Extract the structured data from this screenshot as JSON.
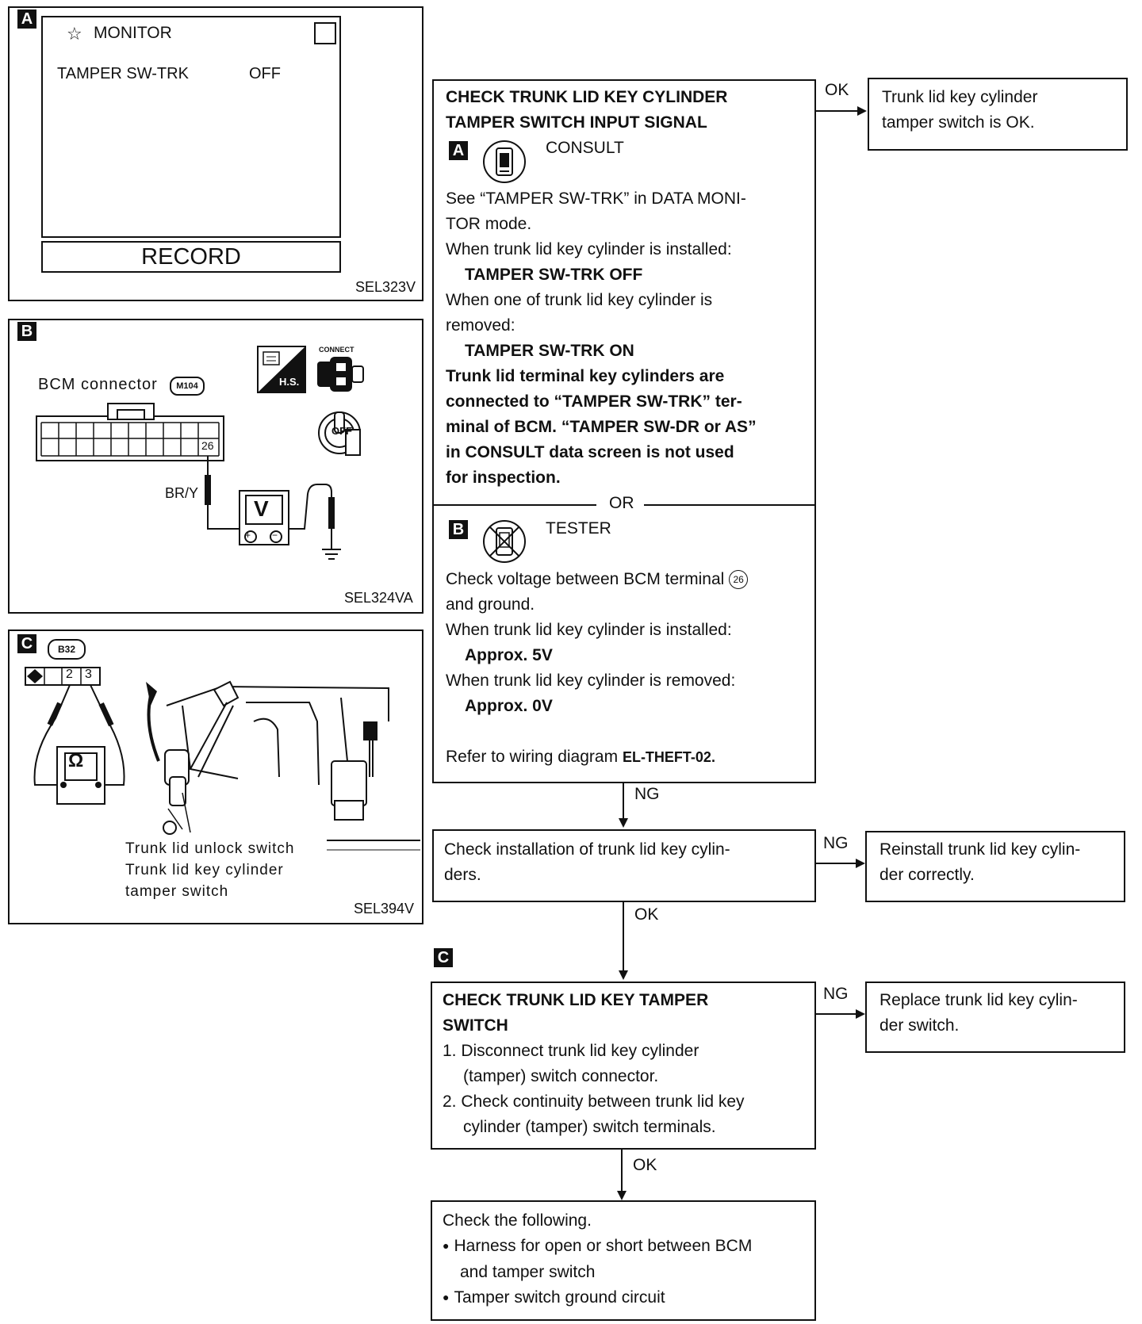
{
  "panel_a": {
    "tag": "A",
    "monitor_title": "MONITOR",
    "item_name": "TAMPER SW-TRK",
    "item_value": "OFF",
    "record_label": "RECORD",
    "code": "SEL323V"
  },
  "panel_b": {
    "tag": "B",
    "connector_label": "BCM connector",
    "connector_id": "M104",
    "terminal": "26",
    "wire_color": "BR/Y",
    "meter": "V",
    "connect_label": "CONNECT",
    "hs_label": "H.S.",
    "key_label": "OFF",
    "code": "SEL324VA"
  },
  "panel_c": {
    "tag": "C",
    "connector_id": "B32",
    "terminals": [
      "2",
      "3"
    ],
    "meter": "Ω",
    "labels": [
      "Trunk lid unlock switch",
      "Trunk lid key cylinder",
      "tamper switch"
    ],
    "code": "SEL394V"
  },
  "flow": {
    "step1": {
      "title": [
        "CHECK TRUNK LID KEY CYLINDER",
        "TAMPER SWITCH INPUT SIGNAL"
      ],
      "consult_tag": "A",
      "consult_label": "CONSULT",
      "consult_lines": [
        "See “TAMPER SW-TRK” in DATA MONI-",
        "TOR mode.",
        "When trunk lid key cylinder is installed:"
      ],
      "consult_val1": "TAMPER SW-TRK OFF",
      "consult_lines2": [
        "When one of trunk lid key cylinder is",
        "removed:"
      ],
      "consult_val2": "TAMPER SW-TRK ON",
      "consult_note": [
        "Trunk lid terminal key cylinders are",
        "connected to “TAMPER SW-TRK” ter-",
        "minal of BCM. “TAMPER SW-DR or AS”",
        "in CONSULT data screen is not used",
        "for inspection."
      ],
      "or_label": "OR",
      "tester_tag": "B",
      "tester_label": "TESTER",
      "tester_line1": "Check voltage between BCM terminal",
      "tester_terminal": "26",
      "tester_lines": [
        "and ground.",
        "When trunk lid key cylinder is installed:"
      ],
      "tester_val1": "Approx. 5V",
      "tester_line3": "When trunk lid key cylinder is removed:",
      "tester_val2": "Approx. 0V",
      "ref_text": "Refer to wiring diagram",
      "ref_code": "EL-THEFT-02."
    },
    "ok1": {
      "label": "OK",
      "lines": [
        "Trunk lid key cylinder",
        "tamper switch is OK."
      ]
    },
    "ng1_label": "NG",
    "step2": {
      "lines": [
        "Check installation of trunk lid key cylin-",
        "ders."
      ]
    },
    "ng2": {
      "label": "NG",
      "lines": [
        "Reinstall trunk lid key cylin-",
        "der correctly."
      ]
    },
    "ok2_label": "OK",
    "step3_tag": "C",
    "step3": {
      "title": [
        "CHECK TRUNK LID KEY TAMPER",
        "SWITCH"
      ],
      "items": [
        "1. Disconnect trunk lid key cylinder",
        "(tamper) switch connector.",
        "2. Check continuity between trunk lid key",
        "cylinder (tamper) switch terminals."
      ]
    },
    "ng3": {
      "label": "NG",
      "lines": [
        "Replace trunk lid key cylin-",
        "der switch."
      ]
    },
    "ok3_label": "OK",
    "step4": {
      "intro": "Check the following.",
      "bullets": [
        "Harness for open or short between BCM",
        "and tamper switch",
        "Tamper switch ground circuit"
      ]
    }
  }
}
